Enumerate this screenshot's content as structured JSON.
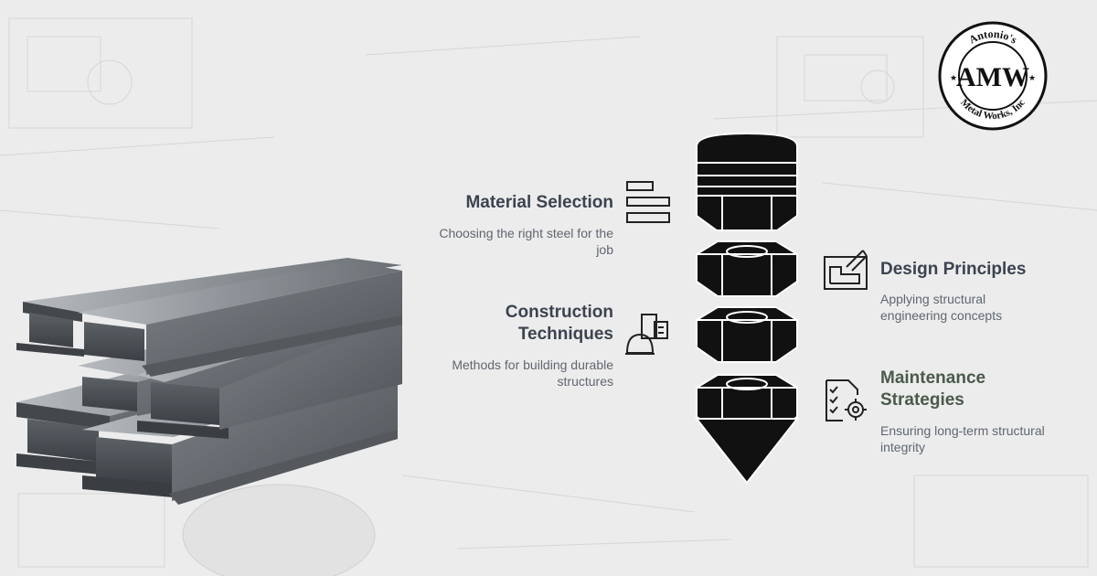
{
  "logo": {
    "top_text": "Antonio's",
    "monogram": "AMW",
    "bottom_text": "Metal Works, Inc",
    "icon": "amw-seal-logo"
  },
  "items": [
    {
      "title": "Material Selection",
      "description": "Choosing the right steel for the job",
      "icon": "stacked-bars-icon"
    },
    {
      "title": "Design Principles",
      "description": "Applying structural engineering concepts",
      "icon": "blueprint-pencil-icon"
    },
    {
      "title": "Construction Techniques",
      "description": "Methods for building durable structures",
      "icon": "hardhat-building-icon"
    },
    {
      "title": "Maintenance Strategies",
      "description": "Ensuring long-term structural integrity",
      "icon": "checklist-gear-icon"
    }
  ],
  "colors": {
    "background": "#ececec",
    "title": "#3c4350",
    "title_alt": "#4a5a4a",
    "text": "#5f6670",
    "graphic": "#111111"
  }
}
